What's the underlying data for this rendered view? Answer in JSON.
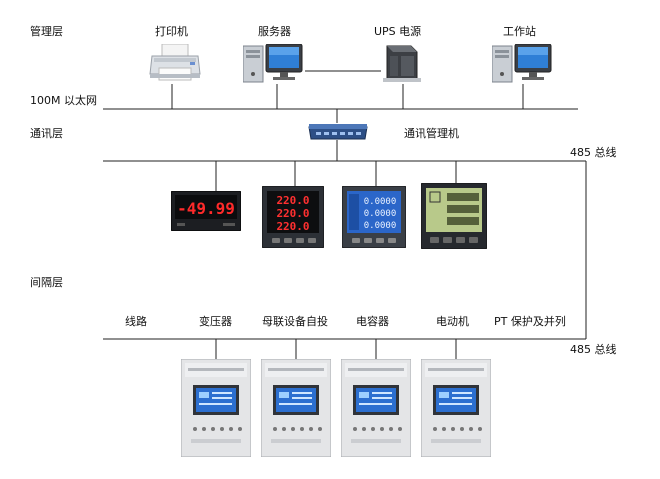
{
  "layers": {
    "management": "管理层",
    "network": "100M 以太网",
    "communication": "通讯层",
    "bay": "间隔层"
  },
  "management_devices": [
    {
      "label": "打印机",
      "icon": "printer-icon"
    },
    {
      "label": "服务器",
      "icon": "server-pc-icon"
    },
    {
      "label": "UPS 电源",
      "icon": "ups-icon"
    },
    {
      "label": "工作站",
      "icon": "workstation-pc-icon"
    }
  ],
  "comm_manager": {
    "label": "通讯管理机",
    "icon": "network-switch-icon"
  },
  "bus_label_1": "485 总线",
  "bus_label_2": "485 总线",
  "meters": [
    {
      "icon": "led-meter-icon",
      "reading": "-49.99"
    },
    {
      "icon": "three-phase-meter-icon",
      "readings": [
        "220.0",
        "220.0",
        "220.0"
      ]
    },
    {
      "icon": "multifunction-meter-icon",
      "readings": [
        "0.0000",
        "0.0000",
        "0.0000"
      ]
    },
    {
      "icon": "lcd-power-meter-icon",
      "readings": [
        "",
        "",
        ""
      ]
    }
  ],
  "bay_categories": [
    "线路",
    "变压器",
    "母联设备自投",
    "电容器",
    "电动机",
    "PT 保护及并列"
  ],
  "protection_units": [
    {
      "icon": "protection-relay-icon"
    },
    {
      "icon": "protection-relay-icon"
    },
    {
      "icon": "protection-relay-icon"
    },
    {
      "icon": "protection-relay-icon"
    }
  ]
}
